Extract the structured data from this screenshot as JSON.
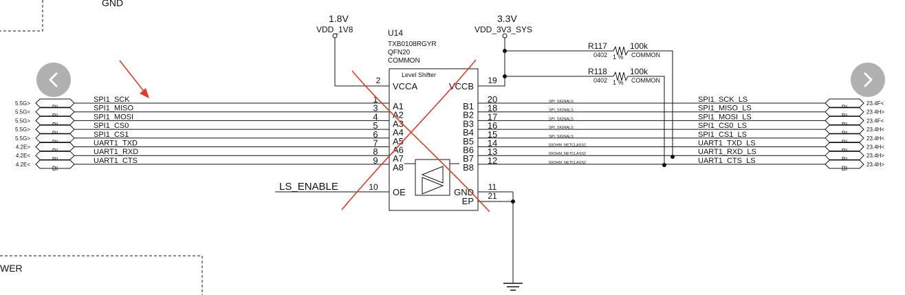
{
  "frames": {
    "top_left_label": "GND",
    "bottom_left_label": "WER"
  },
  "power": {
    "left_voltage": "1.8V",
    "left_net": "VDD_1V8",
    "right_voltage": "3.3V",
    "right_net": "VDD_3V3_SYS"
  },
  "ic": {
    "ref": "U14",
    "part": "TXB0108RGYR",
    "package": "QFN20",
    "group": "COMMON",
    "title": "Level Shifter",
    "vcca": "VCCA",
    "vccb": "VCCB",
    "vcca_pin": "2",
    "vccb_pin": "19",
    "oe": "OE",
    "oe_pin": "10",
    "gnd": "GND",
    "gnd_pin": "11",
    "ep": "EP",
    "ep_pin": "21"
  },
  "resistors": [
    {
      "ref": "R117",
      "value": "100k",
      "package": "0402",
      "tolerance": "1 %",
      "group": "COMMON"
    },
    {
      "ref": "R118",
      "value": "100k",
      "package": "0402",
      "tolerance": "1 %",
      "group": "COMMON"
    }
  ],
  "left_signals": [
    {
      "offpage": "5.5G>",
      "port": "BI",
      "net": "SPI1_SCK",
      "pin": "1",
      "apin": "A1"
    },
    {
      "offpage": "5.5G<",
      "port": "BI",
      "net": "SPI1_MISO",
      "pin": "3",
      "apin": "A2"
    },
    {
      "offpage": "5.5G>",
      "port": "BI",
      "net": "SPI1_MOSI",
      "pin": "4",
      "apin": "A3"
    },
    {
      "offpage": "5.5G>",
      "port": "BI",
      "net": "SPI1_CS0",
      "pin": "5",
      "apin": "A4"
    },
    {
      "offpage": "5.5G>",
      "port": "BI",
      "net": "SPI1_CS1",
      "pin": "6",
      "apin": "A5"
    },
    {
      "offpage": "4.2E>",
      "port": "BI",
      "net": "UART1_TXD",
      "pin": "7",
      "apin": "A6"
    },
    {
      "offpage": "4.2E<",
      "port": "BI",
      "net": "UART1_RXD",
      "pin": "8",
      "apin": "A7"
    },
    {
      "offpage": "4.2E<",
      "port": "BI",
      "net": "UART1_CTS",
      "pin": "9",
      "apin": "A8"
    }
  ],
  "right_signals": [
    {
      "bpin": "B1",
      "pin": "20",
      "netclass": "SPI_SIGNALS",
      "net": "SPI1_SCK_LS",
      "port": "BI",
      "offpage": "23.4F<"
    },
    {
      "bpin": "B2",
      "pin": "18",
      "netclass": "SPI_SIGNALS",
      "net": "SPI1_MISO_LS",
      "port": "BI",
      "offpage": "23.4H>"
    },
    {
      "bpin": "B3",
      "pin": "17",
      "netclass": "SPI_SIGNALS",
      "net": "SPI1_MOSI_LS",
      "port": "BI",
      "offpage": "23.4F<"
    },
    {
      "bpin": "B4",
      "pin": "16",
      "netclass": "SPI_SIGNALS",
      "net": "SPI1_CS0_LS",
      "port": "BI",
      "offpage": "23.4H<"
    },
    {
      "bpin": "B5",
      "pin": "15",
      "netclass": "SPI_SIGNALS",
      "net": "SPI1_CS1_LS",
      "port": "BI",
      "offpage": "23.4H<"
    },
    {
      "bpin": "B6",
      "pin": "14",
      "netclass": "50OHM_NETCLASS2",
      "net": "UART1_TXD_LS",
      "port": "BI",
      "offpage": "23.4H<"
    },
    {
      "bpin": "B7",
      "pin": "13",
      "netclass": "50OHM_NETCLASS2",
      "net": "UART1_RXD_LS",
      "port": "BI",
      "offpage": "23.4H>"
    },
    {
      "bpin": "B8",
      "pin": "12",
      "netclass": "50OHM_NETCLASS2",
      "net": "UART1_CTS_LS",
      "port": "BI",
      "offpage": "23.4H>"
    }
  ],
  "oe_net": "LS_ENABLE",
  "colors": {
    "annotation": "#e03a2a",
    "wire": "#111111",
    "nav_button": "#9a9a9a"
  },
  "nav": {
    "prev_icon": "chevron-left-icon",
    "next_icon": "chevron-right-icon"
  }
}
